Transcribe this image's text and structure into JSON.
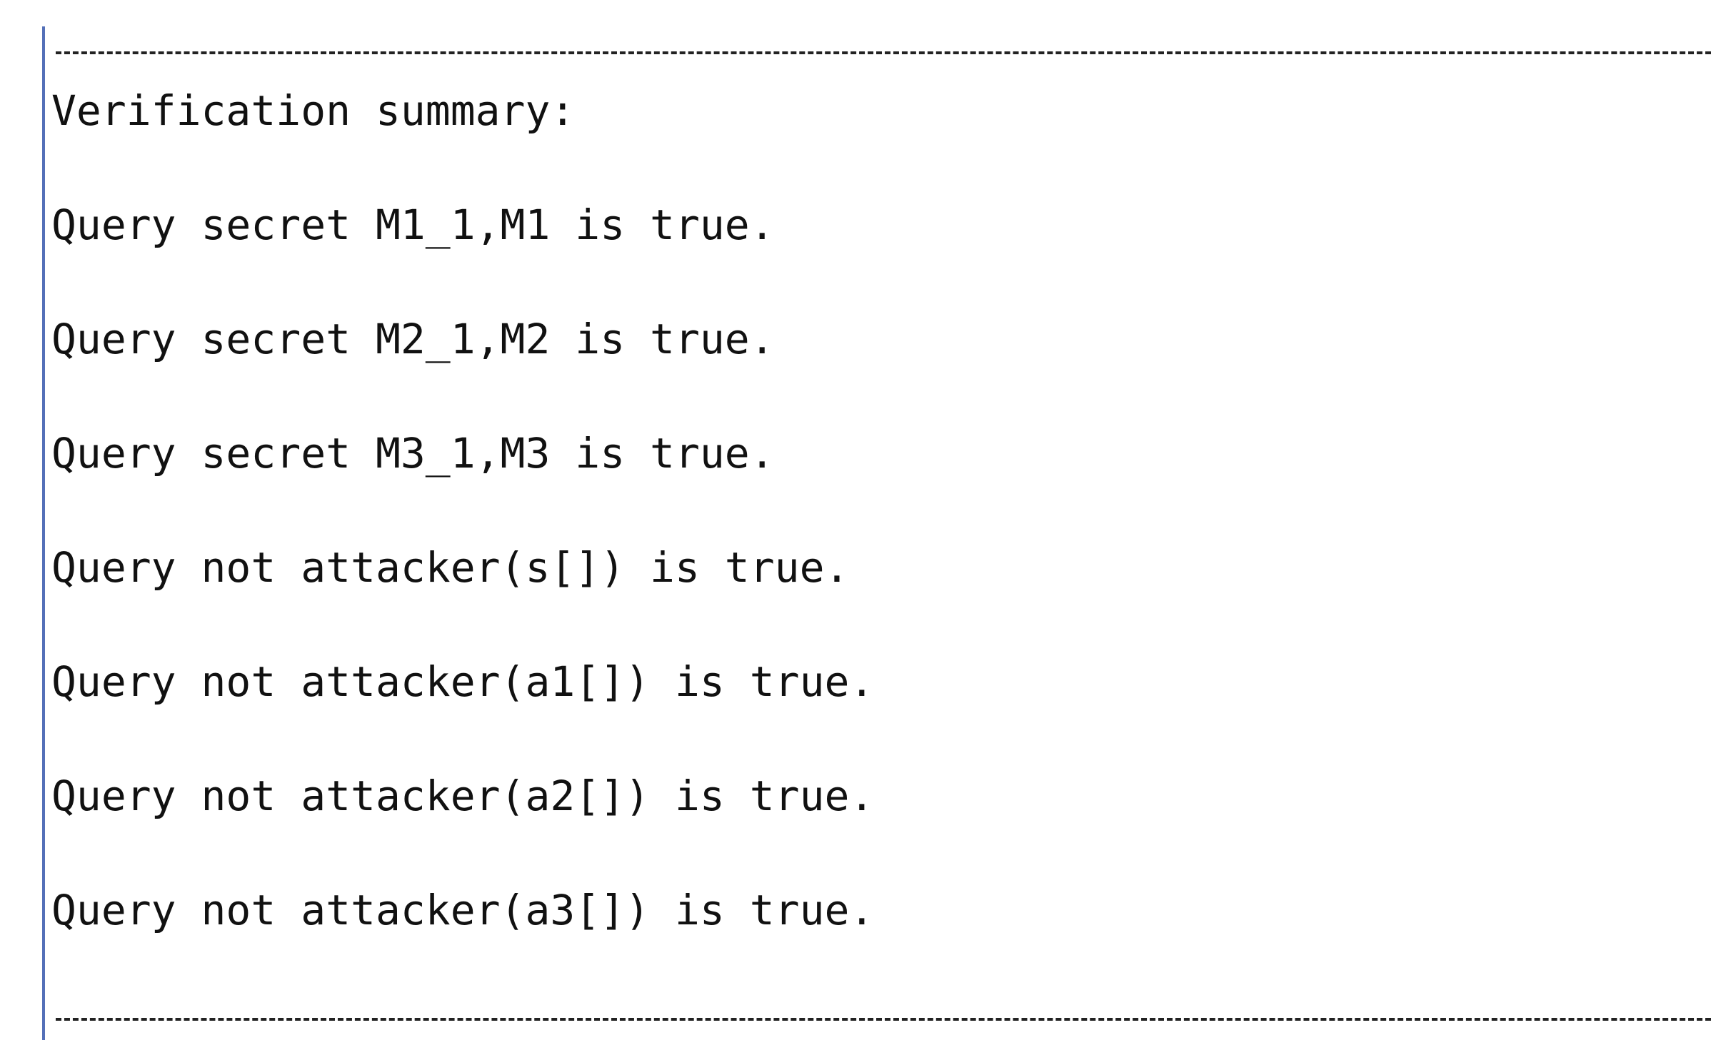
{
  "output": {
    "heading": "Verification summary:",
    "queries": [
      "Query secret M1_1,M1 is true.",
      "Query secret M2_1,M2 is true.",
      "Query secret M3_1,M3 is true.",
      "Query not attacker(s[]) is true.",
      "Query not attacker(a1[]) is true.",
      "Query not attacker(a2[]) is true.",
      "Query not attacker(a3[]) is true."
    ]
  }
}
